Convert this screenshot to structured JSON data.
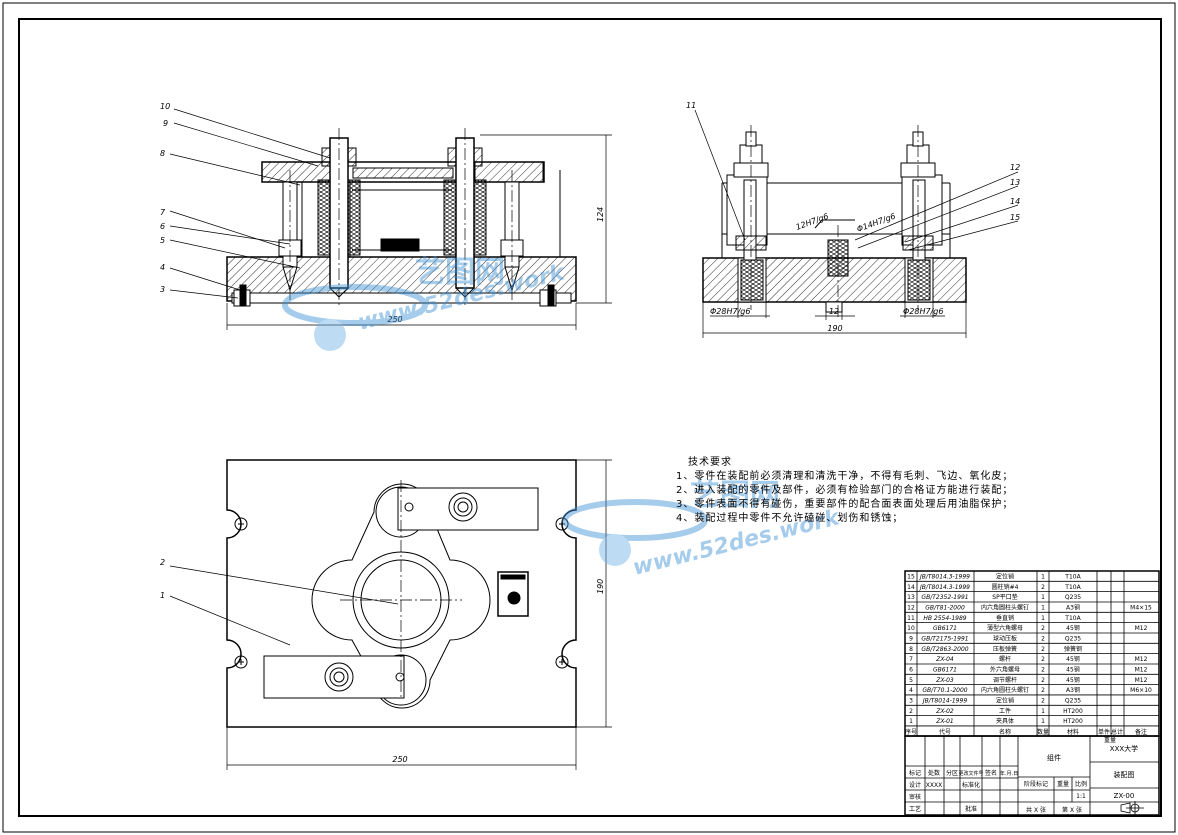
{
  "watermark": {
    "brand": "艺图网",
    "url": "www.52des.work"
  },
  "dimensions": {
    "front_width": "250",
    "front_height": "124",
    "side_width": "190",
    "side_slot": "12",
    "side_left_fit": "Φ28H7/g6",
    "side_right_fit": "Φ28H7/g6",
    "side_fit_a": "12H7/g6",
    "side_fit_b": "Φ14H7/g6",
    "plan_width": "250",
    "plan_height": "190"
  },
  "balloons": {
    "front": [
      "10",
      "9",
      "8",
      "7",
      "6",
      "5",
      "4",
      "3"
    ],
    "side": [
      "11",
      "12",
      "13",
      "14",
      "15"
    ],
    "plan": [
      "2",
      "1"
    ]
  },
  "notes": {
    "title": "技术要求",
    "items": [
      "1、零件在装配前必须清理和清洗干净，不得有毛刺、飞边、氧化皮；",
      "2、进入装配的零件及部件，必须有检验部门的合格证方能进行装配；",
      "3、零件表面不得有碰伤，重要部件的配合面表面处理后用油脂保护；",
      "4、装配过程中零件不允许磕碰、划伤和锈蚀；"
    ]
  },
  "bom": {
    "rows": [
      {
        "no": "15",
        "code": "JB/T8014.3-1999",
        "name": "定位销",
        "qty": "1",
        "material": "T10A",
        "note": ""
      },
      {
        "no": "14",
        "code": "JB/T8014.3-1999",
        "name": "圆柱销#4",
        "qty": "2",
        "material": "T10A",
        "note": ""
      },
      {
        "no": "13",
        "code": "GB/T2352-1991",
        "name": "SP平口垫",
        "qty": "1",
        "material": "Q235",
        "note": ""
      },
      {
        "no": "12",
        "code": "GB/T81-2000",
        "name": "内六角圆柱头螺钉",
        "qty": "1",
        "material": "A3钢",
        "note": "M4×15"
      },
      {
        "no": "11",
        "code": "HB 2554-1989",
        "name": "垂直销",
        "qty": "1",
        "material": "T10A",
        "note": ""
      },
      {
        "no": "10",
        "code": "GB6171",
        "name": "薄型六角螺母",
        "qty": "2",
        "material": "45钢",
        "note": "M12"
      },
      {
        "no": "9",
        "code": "GB/T2175-1991",
        "name": "球动压板",
        "qty": "2",
        "material": "Q235",
        "note": ""
      },
      {
        "no": "8",
        "code": "GB/T2863-2000",
        "name": "压板弹簧",
        "qty": "2",
        "material": "弹簧钢",
        "note": ""
      },
      {
        "no": "7",
        "code": "ZX-04",
        "name": "螺杆",
        "qty": "2",
        "material": "45钢",
        "note": "M12"
      },
      {
        "no": "6",
        "code": "GB6171",
        "name": "外六角螺母",
        "qty": "2",
        "material": "45钢",
        "note": "M12"
      },
      {
        "no": "5",
        "code": "ZX-03",
        "name": "调节螺杆",
        "qty": "2",
        "material": "45钢",
        "note": "M12"
      },
      {
        "no": "4",
        "code": "GB/T70.1-2000",
        "name": "内六角圆柱头螺钉",
        "qty": "2",
        "material": "A3钢",
        "note": "M6×10"
      },
      {
        "no": "3",
        "code": "JB/T8014-1999",
        "name": "定位销",
        "qty": "2",
        "material": "Q235",
        "note": ""
      },
      {
        "no": "2",
        "code": "ZX-02",
        "name": "工件",
        "qty": "1",
        "material": "HT200",
        "note": ""
      },
      {
        "no": "1",
        "code": "ZX-01",
        "name": "夹具体",
        "qty": "1",
        "material": "HT200",
        "note": ""
      }
    ],
    "headers": {
      "no": "序号",
      "code": "代号",
      "name": "名称",
      "qty": "数量",
      "material": "材料",
      "unit_weight": "单件",
      "total_weight": "总计",
      "weight": "重量",
      "note": "备注"
    }
  },
  "title_block": {
    "school": "XXX大学",
    "part_name": "组件",
    "drawing_type": "装配图",
    "drawing_no": "ZX-00",
    "scale_label": "比例",
    "weight_label": "重量",
    "stage_label": "阶段标记",
    "scale_value": "1:1",
    "sheet_total": "共 X 张",
    "sheet_no": "第 X 张",
    "rows_left": [
      "标记",
      "处数",
      "分区",
      "更改文件号",
      "签名",
      "年.月.日"
    ],
    "designer_label": "设计",
    "designer": "XXXX",
    "standard_label": "标准化",
    "check_label": "审核",
    "process_label": "工艺",
    "approve_label": "批准"
  }
}
